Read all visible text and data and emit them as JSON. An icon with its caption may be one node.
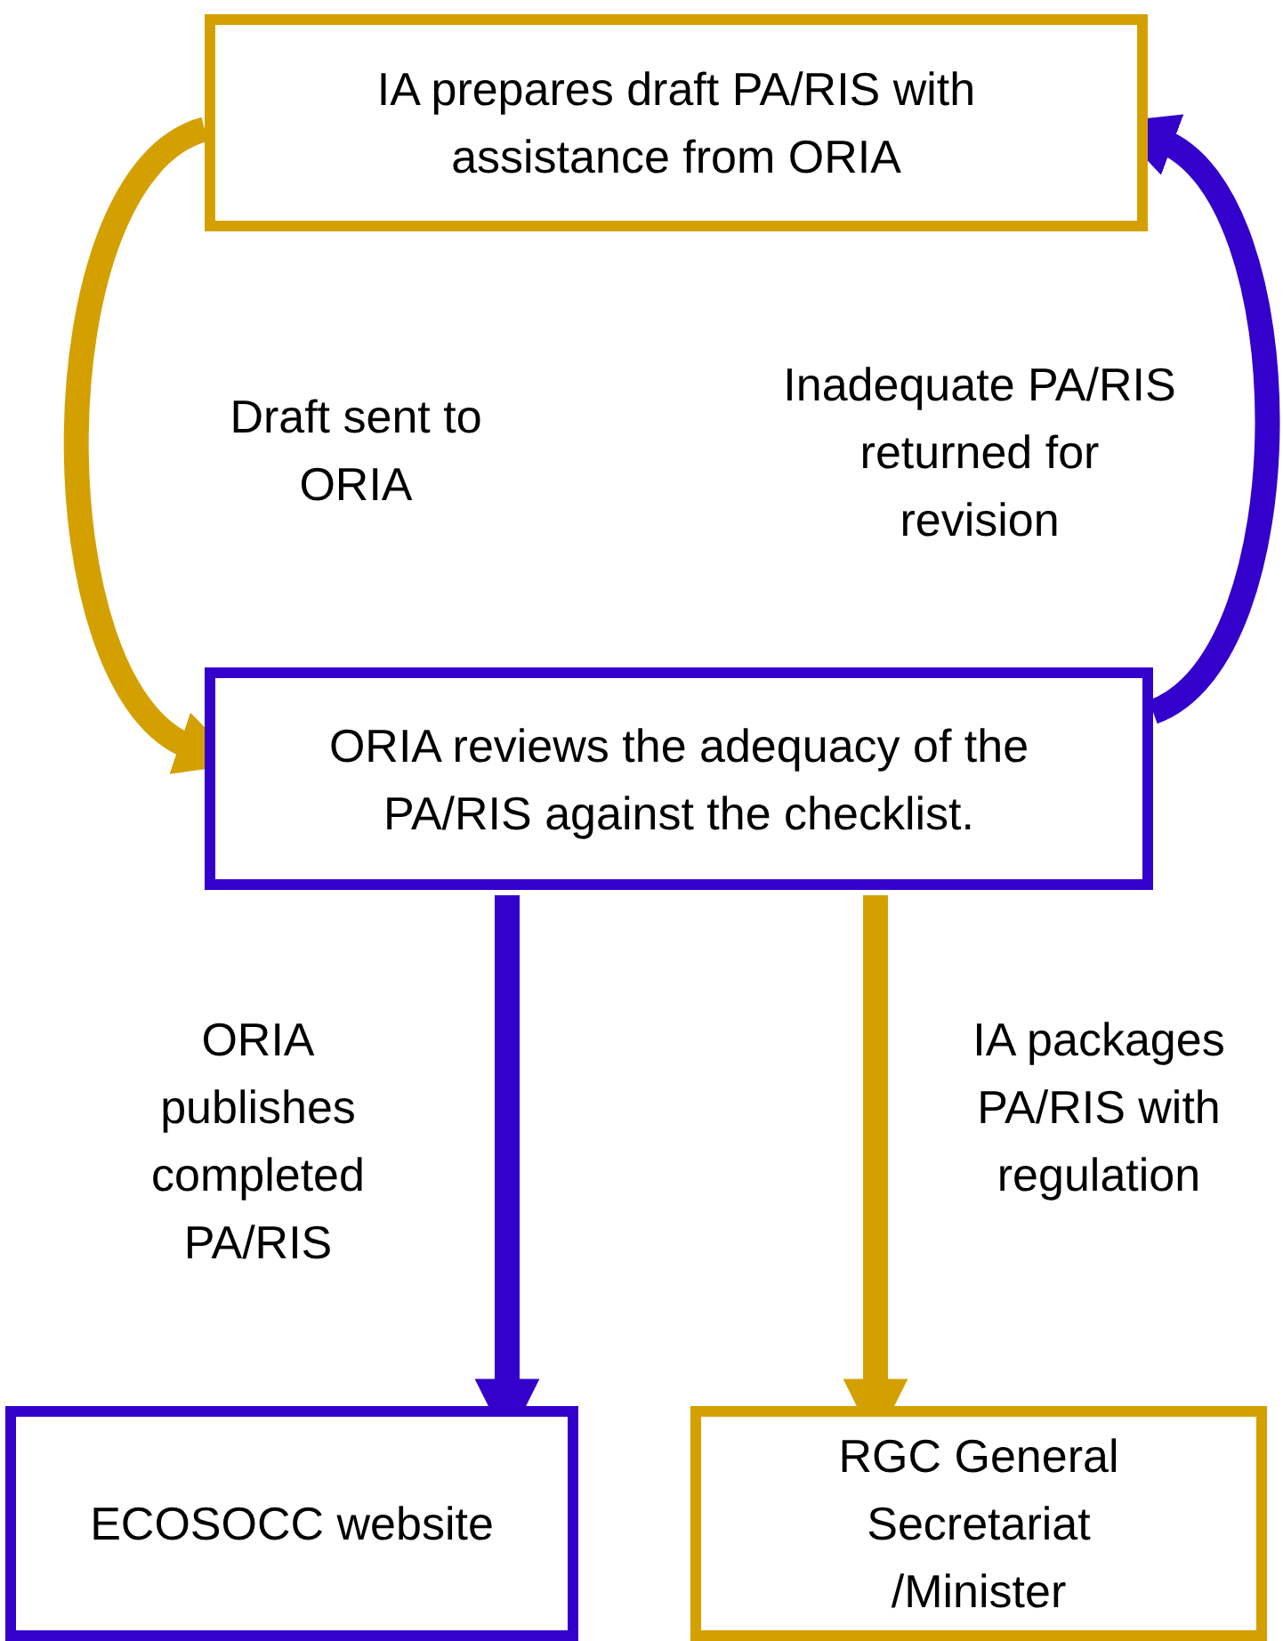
{
  "diagram": {
    "nodes": [
      {
        "text": [
          "IA prepares draft PA/RIS with assistance from ORIA"
        ]
      },
      {
        "text": [
          "ORIA reviews the adequacy of the PA/RIS against the checklist."
        ]
      },
      {
        "text": [
          "ECOSOCC website"
        ]
      },
      {
        "text": [
          "RGC General Secretariat /Minister"
        ]
      }
    ],
    "edges": [
      {
        "from": 0,
        "to": 1,
        "arrow": "to",
        "label": "Draft sent to ORIA",
        "color": "#d4a000"
      },
      {
        "from": 1,
        "to": 0,
        "arrow": "to",
        "label": "Inadequate PA/RIS returned for revision",
        "color": "#3300cc"
      },
      {
        "from": 1,
        "to": 2,
        "arrow": "to",
        "label": "ORIA publishes completed PA/RIS",
        "color": "#3300cc"
      },
      {
        "from": 1,
        "to": 3,
        "arrow": "to",
        "label": "IA packages PA/RIS with regulation",
        "color": "#d4a000"
      }
    ]
  }
}
